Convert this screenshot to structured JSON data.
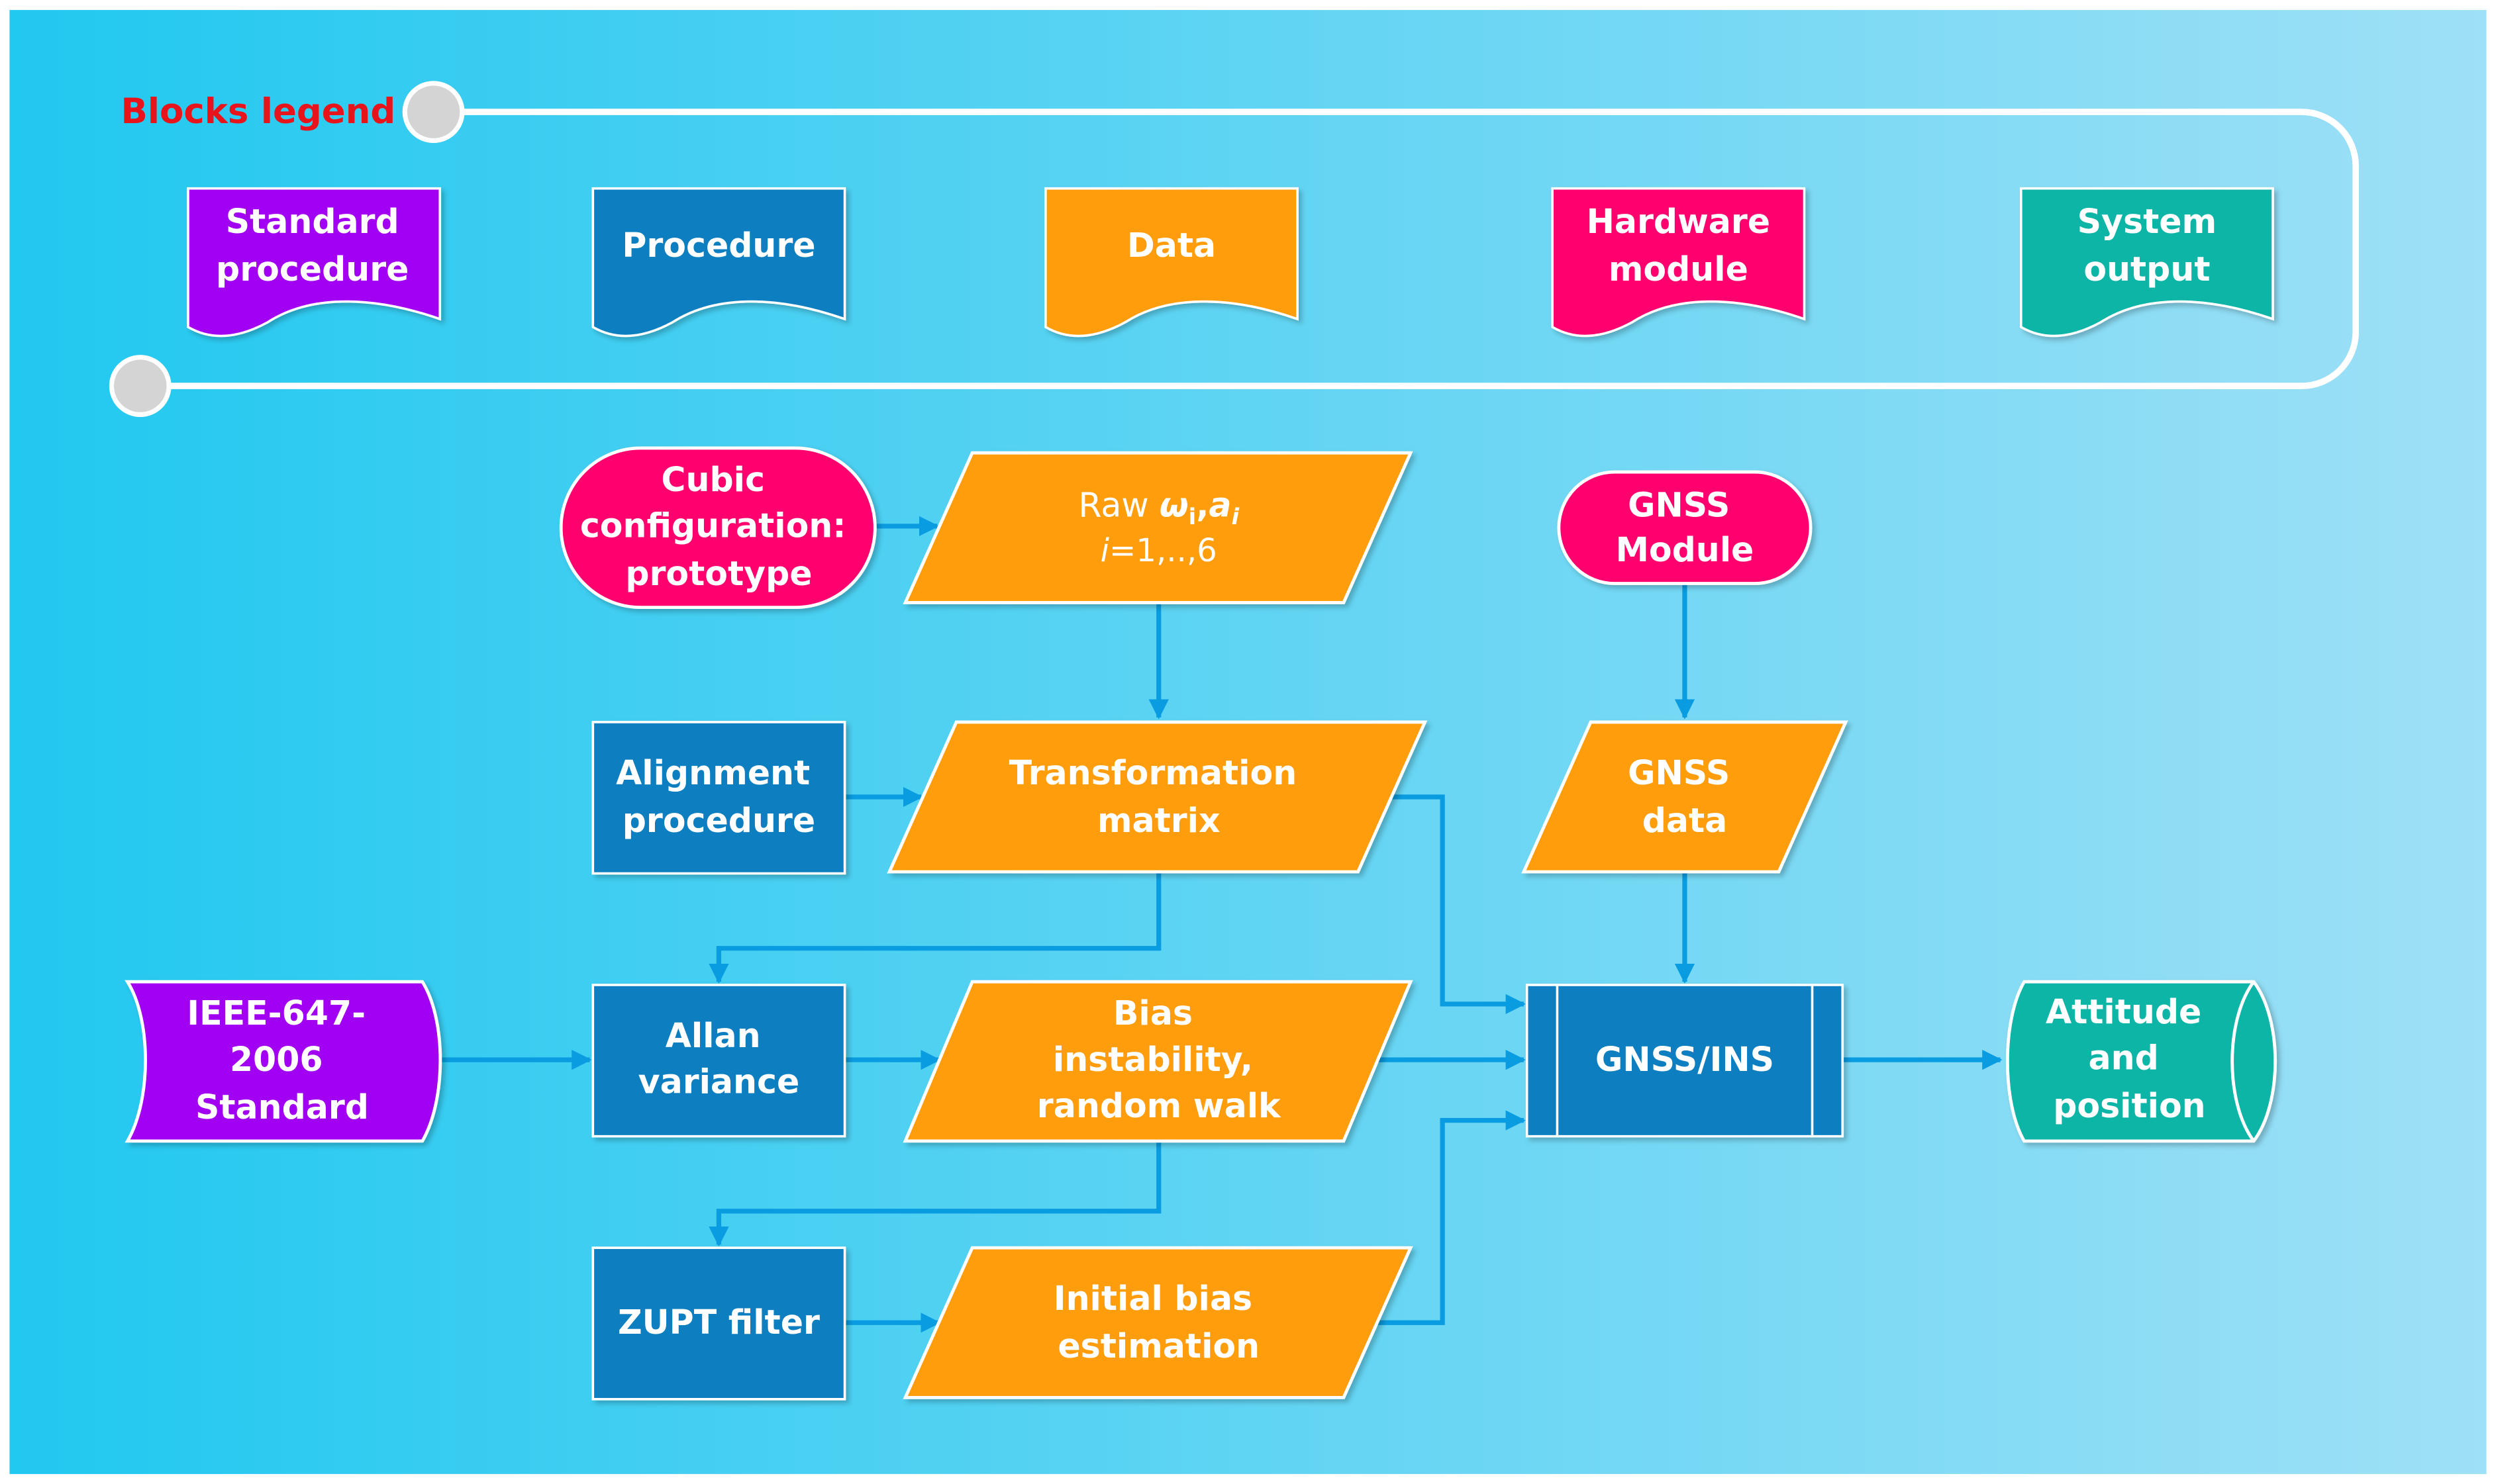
{
  "colors": {
    "bg_start": "#21c8f0",
    "bg_end": "#9ee0f6",
    "standard_procedure": "#a100f2",
    "procedure": "#0b7fc1",
    "data": "#ff9d0a",
    "hardware_module": "#ff006e",
    "system_output": "#10b5a7",
    "connector": "#0a9ce0",
    "legend_title": "#e8141b"
  },
  "legend": {
    "title": "Blocks legend",
    "items": [
      {
        "key": "standard_procedure",
        "lines": [
          "Standard",
          "procedure"
        ]
      },
      {
        "key": "procedure",
        "lines": [
          "Procedure"
        ]
      },
      {
        "key": "data",
        "lines": [
          "Data"
        ]
      },
      {
        "key": "hardware_module",
        "lines": [
          "Hardware",
          "module"
        ]
      },
      {
        "key": "system_output",
        "lines": [
          "System",
          "output"
        ]
      }
    ]
  },
  "nodes": {
    "cubic_config": {
      "lines": [
        "Cubic",
        "configuration:",
        "prototype"
      ]
    },
    "raw_data": {
      "line1": "Raw ",
      "omega": "ω",
      "sub_i": "i",
      "comma": ",",
      "a": "a",
      "sub_i2": "i",
      "line2_i": "i",
      "line2_rest": "=1,..,6"
    },
    "gnss_module": {
      "lines": [
        "GNSS",
        "Module"
      ]
    },
    "alignment": {
      "lines": [
        "Alignment",
        "procedure"
      ]
    },
    "transformation": {
      "lines": [
        "Transformation",
        "matrix"
      ]
    },
    "gnss_data": {
      "lines": [
        "GNSS",
        "data"
      ]
    },
    "ieee": {
      "lines": [
        "IEEE-647-",
        "2006",
        "Standard"
      ]
    },
    "allan": {
      "lines": [
        "Allan",
        "variance"
      ]
    },
    "bias": {
      "lines": [
        "Bias",
        "instability,",
        "random walk"
      ]
    },
    "gnss_ins": {
      "lines": [
        "GNSS/INS"
      ]
    },
    "attitude": {
      "lines": [
        "Attitude",
        "and",
        "position"
      ]
    },
    "zupt": {
      "lines": [
        "ZUPT filter"
      ]
    },
    "initial_bias": {
      "lines": [
        "Initial bias",
        "estimation"
      ]
    }
  }
}
